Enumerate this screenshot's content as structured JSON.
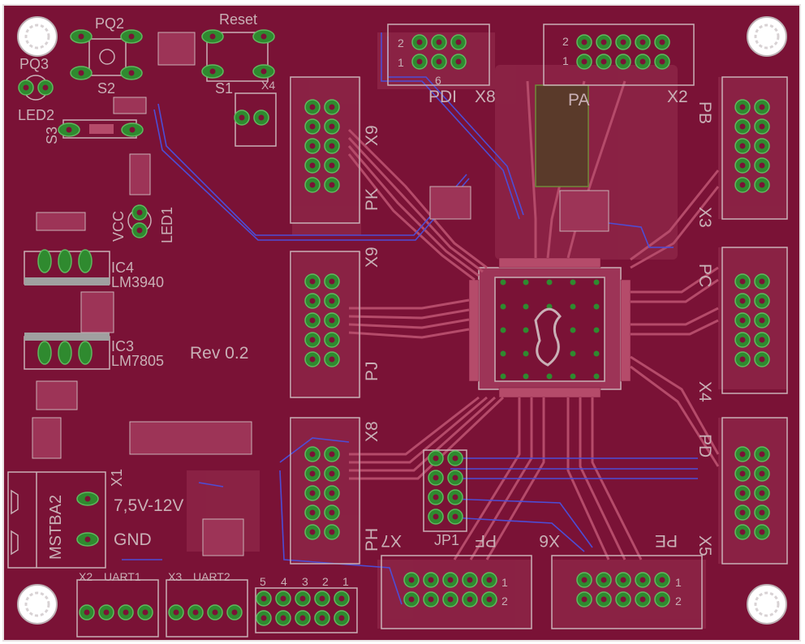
{
  "colors": {
    "board": "#7a1236",
    "outline": "#e8e0e2",
    "copper_bottom": "#a23a5c",
    "trace_top": "#b54b6a",
    "trace_blue": "#4d4dd6",
    "silkscreen": "#c9b0b6",
    "pad": "#2f8a2f",
    "drill": "#3a3ad0",
    "pad_ring": "#5fb95f"
  },
  "labels": {
    "pq2": "PQ2",
    "pq3": "PQ3",
    "reset": "Reset",
    "s2": "S2",
    "s1": "S1",
    "x4_top": "X4",
    "led2": "LED2",
    "s3": "S3",
    "vcc": "VCC",
    "led1": "LED1",
    "ic4": "IC4",
    "lm3940": "LM3940",
    "ic3": "IC3",
    "lm7805": "LM7805",
    "rev": "Rev 0.2",
    "mstba2": "MSTBA2",
    "x1": "X1",
    "voltage": "7,5V-12V",
    "gnd": "GND",
    "x2_uart": "X2",
    "uart1": "UART1",
    "x3_uart": "X3",
    "uart2": "UART2",
    "header_pins": [
      "5",
      "4",
      "3",
      "2",
      "1"
    ],
    "pdi": "PDI",
    "x8_pdi": "X8",
    "pdi_pin2": "2",
    "pdi_pin1": "1",
    "pdi_pin6": "6",
    "pa": "PA",
    "x2_pa": "X2",
    "pa_pin2": "2",
    "pa_pin1": "1",
    "pb": "PB",
    "x3_pb": "X3",
    "pc": "PC",
    "x4_pc": "X4",
    "pd": "PD",
    "x5_pd": "X5",
    "pk": "PK",
    "x9_pk": "X9",
    "pj": "PJ",
    "x9_pj": "X9",
    "ph": "PH",
    "x8_ph": "X8",
    "pf": "PF",
    "x7_pf": "X7",
    "pe": "PE",
    "x6_pe": "X6",
    "jp1": "JP1",
    "pin1": "1",
    "pin2": "2"
  }
}
